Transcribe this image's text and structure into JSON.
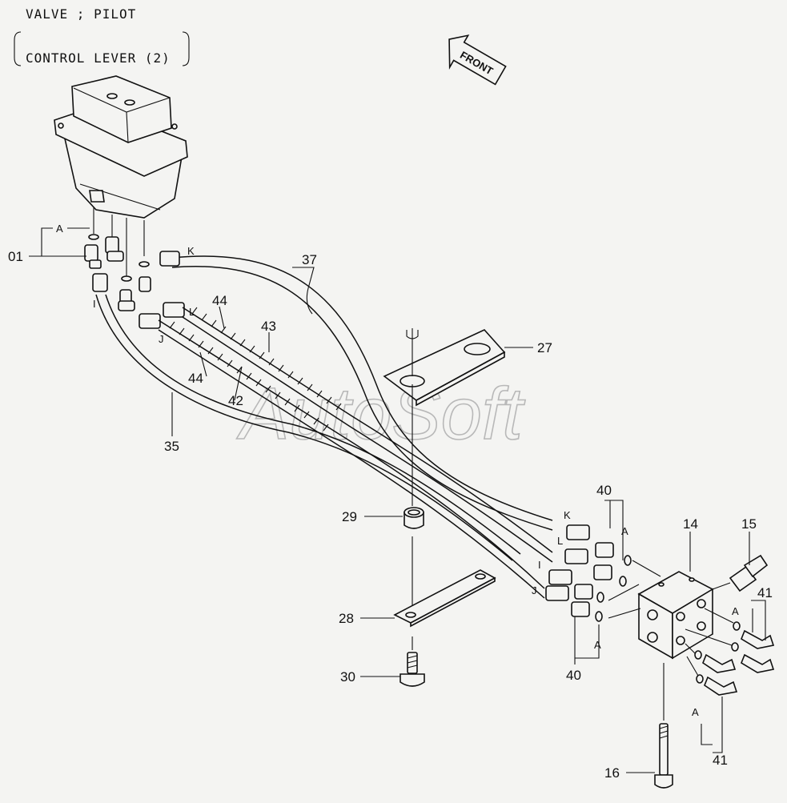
{
  "title": {
    "line1": "VALVE ; PILOT",
    "line2": "CONTROL  LEVER (2)"
  },
  "front_arrow": {
    "label": "FRONT"
  },
  "watermark": "AutoSoft",
  "callouts": {
    "p01": "01",
    "p14": "14",
    "p15": "15",
    "p16": "16",
    "p27": "27",
    "p28": "28",
    "p29": "29",
    "p30": "30",
    "p35": "35",
    "p37": "37",
    "p40a": "40",
    "p40b": "40",
    "p41a": "41",
    "p41b": "41",
    "p42": "42",
    "p43": "43",
    "p44a": "44",
    "p44b": "44"
  },
  "letters": {
    "A_top": "A",
    "A_right1": "A",
    "A_right2": "A",
    "A_right3": "A",
    "A_bottom": "A",
    "K_top": "K",
    "L_top": "L",
    "I_top": "I",
    "J_top": "J",
    "K_right": "K",
    "L_right": "L",
    "I_right": "I",
    "J_right": "J"
  }
}
